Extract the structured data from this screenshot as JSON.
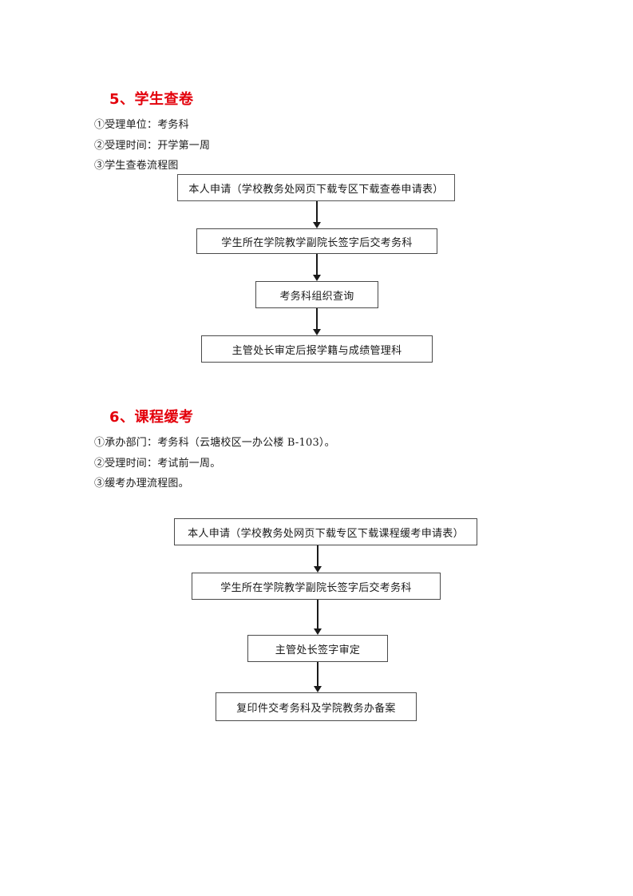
{
  "document": {
    "sections": [
      {
        "heading": "5、学生查卷",
        "items": [
          "①受理单位：考务科",
          "②受理时间：开学第一周",
          "③学生查卷流程图"
        ],
        "flowchart": {
          "steps": [
            "本人申请（学校教务处网页下载专区下载查卷申请表）",
            "学生所在学院教学副院长签字后交考务科",
            "考务科组织查询",
            "主管处长审定后报学籍与成绩管理科"
          ],
          "connector": "down-arrow"
        }
      },
      {
        "heading": "6、课程缓考",
        "items": [
          "①承办部门：考务科（云塘校区一办公楼 B-103）。",
          "②受理时间：考试前一周。",
          "③缓考办理流程图。"
        ],
        "flowchart": {
          "steps": [
            "本人申请（学校教务处网页下载专区下载课程缓考申请表）",
            "学生所在学院教学副院长签字后交考务科",
            "主管处长签字审定",
            "复印件交考务科及学院教务办备案"
          ],
          "connector": "down-arrow"
        }
      }
    ],
    "colors": {
      "heading": "#e3000b",
      "text": "#1a1a1a",
      "box_border": "#4a4a4a",
      "background": "#ffffff"
    }
  }
}
